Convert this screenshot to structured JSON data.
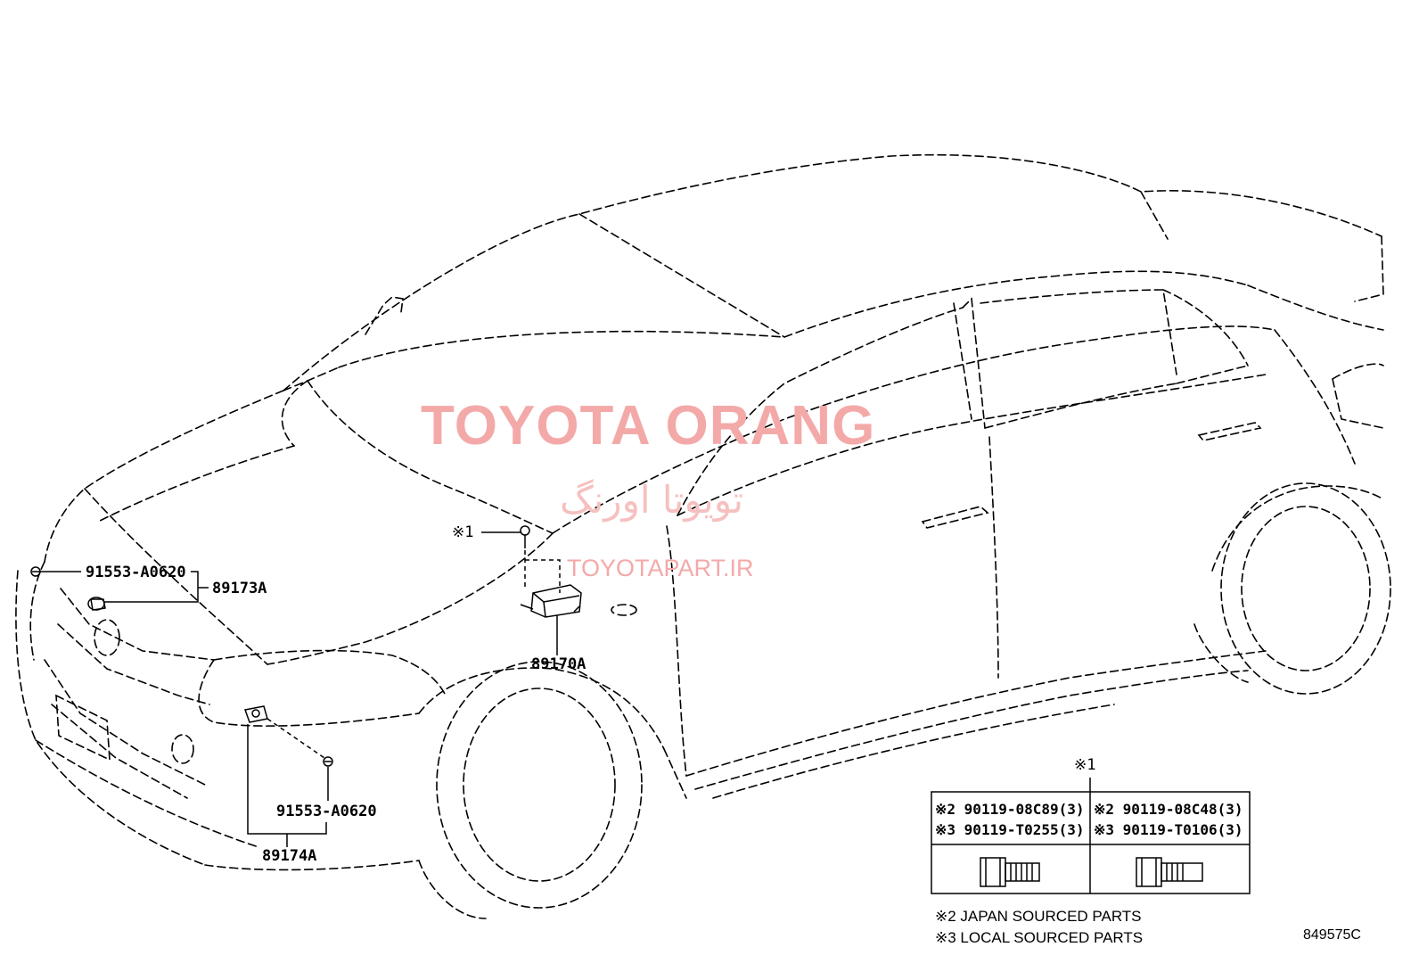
{
  "watermark": {
    "title": "TOYOTA ORANG",
    "persian": "تویوتا اورنگ",
    "site": "TOYOTAPART.IR"
  },
  "callouts": {
    "ref_marker_top": "※1",
    "bolt_upper": "91553-A0620",
    "sensor_upper": "89173A",
    "module": "89170A",
    "bolt_lower": "91553-A0620",
    "sensor_lower": "89174A"
  },
  "bolt_table": {
    "marker": "※1",
    "rows": [
      [
        "※2 90119-08C89(3)",
        "※2 90119-08C48(3)"
      ],
      [
        "※3 90119-T0255(3)",
        "※3 90119-T0106(3)"
      ]
    ]
  },
  "notes": [
    "※2 JAPAN SOURCED PARTS",
    "※3 LOCAL SOURCED PARTS"
  ],
  "figure_code": "849575C"
}
